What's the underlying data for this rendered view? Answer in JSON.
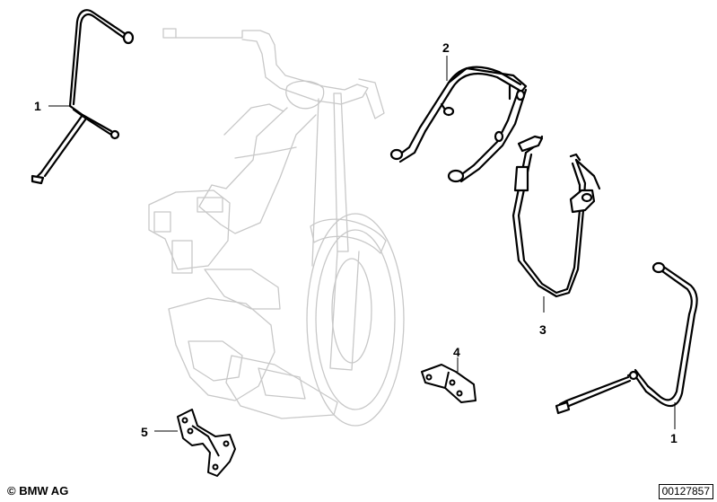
{
  "callouts": {
    "c1_left": "1",
    "c2": "2",
    "c3": "3",
    "c4": "4",
    "c5": "5",
    "c1_right": "1"
  },
  "footer": {
    "copyright": "© BMW AG",
    "image_number": "00127857"
  },
  "colors": {
    "ghost_outline": "#c8c8c8",
    "part_stroke": "#000000",
    "part_fill": "#ffffff"
  }
}
